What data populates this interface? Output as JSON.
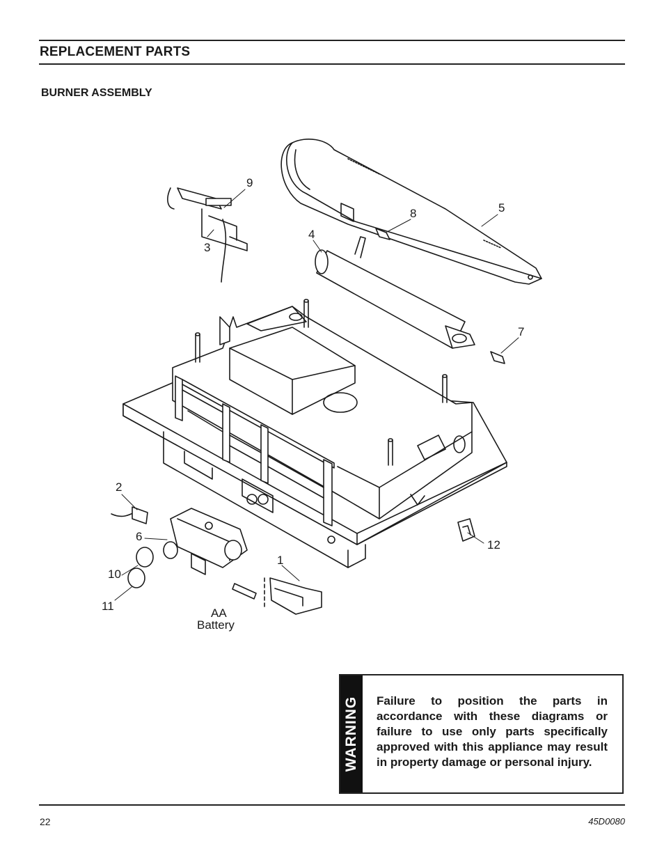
{
  "header": {
    "title": "REPLACEMENT PARTS",
    "subtitle": "BURNER ASSEMBLY"
  },
  "diagram": {
    "callouts": [
      "9",
      "3",
      "4",
      "8",
      "5",
      "7",
      "2",
      "6",
      "10",
      "11",
      "1",
      "12"
    ],
    "battery_label_1": "AA",
    "battery_label_2": "Battery"
  },
  "warning": {
    "tab_label": "WARNING",
    "text": "Failure to position the parts in accordance with these diagrams or failure to use only parts specifically approved with this appliance may result in property damage or personal injury."
  },
  "footer": {
    "page_number": "22",
    "doc_number": "45D0080"
  }
}
